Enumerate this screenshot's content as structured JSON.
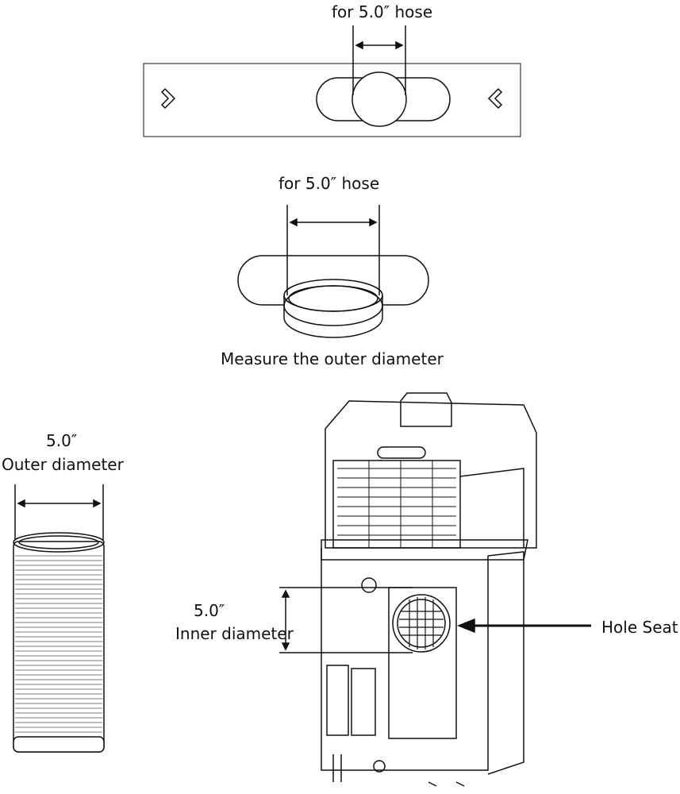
{
  "labels": {
    "top_hose": "for 5.0″ hose",
    "mid_hose": "for 5.0″ hose",
    "measure": "Measure the outer diameter",
    "outer_value": "5.0″",
    "outer_label": "Outer diameter",
    "inner_value": "5.0″",
    "inner_label": "Inner diameter",
    "hole_seat": "Hole Seat"
  }
}
